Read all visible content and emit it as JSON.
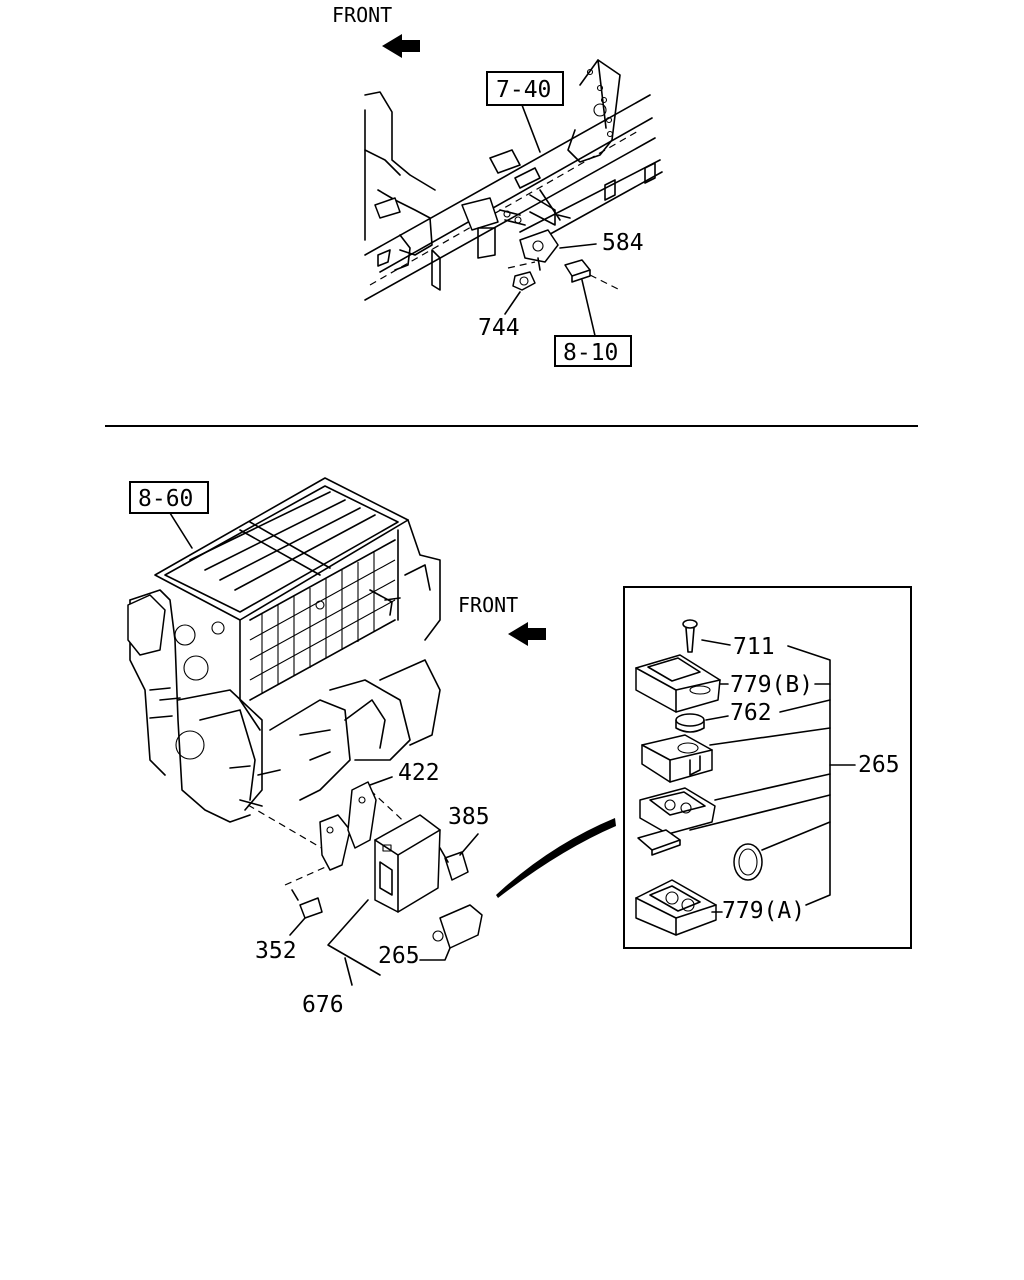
{
  "top_section": {
    "front_label": "FRONT",
    "refs": {
      "ref_7_40": "7-40",
      "ref_8_10": "8-10"
    },
    "parts": {
      "p584": "584",
      "p744": "744"
    }
  },
  "bottom_section": {
    "front_label": "FRONT",
    "refs": {
      "ref_8_60": "8-60"
    },
    "parts": {
      "p422": "422",
      "p385": "385",
      "p352": "352",
      "p265": "265",
      "p676": "676"
    },
    "detail": {
      "p711": "711",
      "p779b": "779(B)",
      "p762": "762",
      "p265": "265",
      "p779a": "779(A)"
    }
  }
}
